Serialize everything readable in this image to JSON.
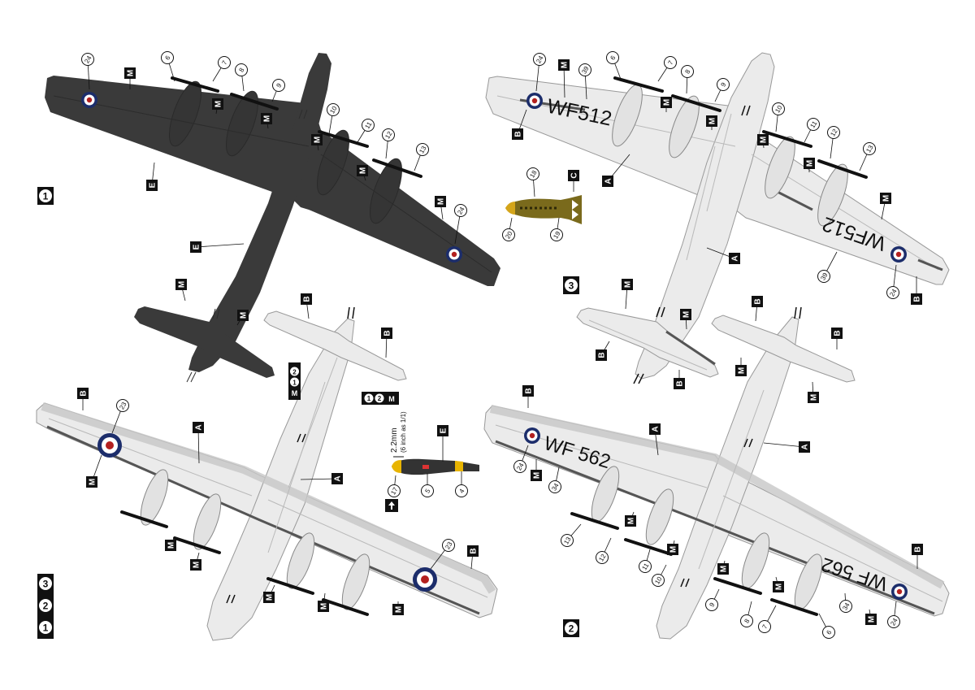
{
  "colors": {
    "dark": "#3a3a3a",
    "light_grey": "#ebebeb",
    "panel_line": "#b9b9b9",
    "edge_grey": "#c7c7c7",
    "black": "#111111",
    "roundel_blue": "#1c2d6b",
    "roundel_red": "#b3201f",
    "bomb_olive": "#7a6a1c",
    "bomb_yellow": "#d4a51a",
    "prop_yellow": "#e8b400"
  },
  "scheme_numbers": {
    "one": "1",
    "two": "2",
    "three": "3",
    "stack": [
      "1",
      "2",
      "3"
    ]
  },
  "tail_stacks": {
    "one_two": [
      "1",
      "2"
    ]
  },
  "serials": {
    "wf512": "WF512",
    "wf562": "WF 562"
  },
  "letters": {
    "A": "A",
    "B": "B",
    "C": "C",
    "E": "E",
    "M": "M"
  },
  "callouts": {
    "c4": "4",
    "c5": "5",
    "c6": "6",
    "c7": "7",
    "c8": "8",
    "c9": "9",
    "c10": "10",
    "c11": "11",
    "c12": "12",
    "c13": "13",
    "c17": "17",
    "c18": "18",
    "c19": "19",
    "c20": "20",
    "c23": "23",
    "c24": "24",
    "c34": "34",
    "c39": "39"
  },
  "propeller_note": {
    "dimension": "2.2mm",
    "subtitle": "(6 inch as 1/1)"
  }
}
